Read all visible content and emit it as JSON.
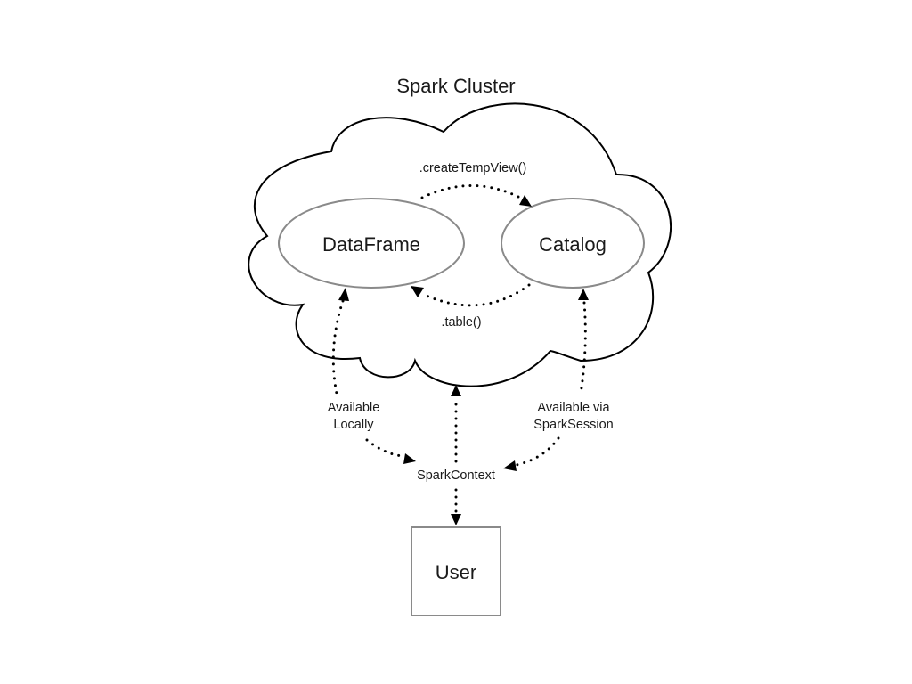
{
  "diagram": {
    "title": "Spark Cluster",
    "nodes": {
      "dataframe": "DataFrame",
      "catalog": "Catalog",
      "user": "User",
      "spark_context": "SparkContext"
    },
    "edges": {
      "create_temp_view": ".createTempView()",
      "table": ".table()",
      "available_locally_line1": "Available",
      "available_locally_line2": "Locally",
      "available_via_line1": "Available via",
      "available_via_line2": "SparkSession"
    },
    "colors": {
      "cloud_stroke": "#000000",
      "node_stroke": "#8a8a8a",
      "text": "#1a1a1a"
    }
  }
}
